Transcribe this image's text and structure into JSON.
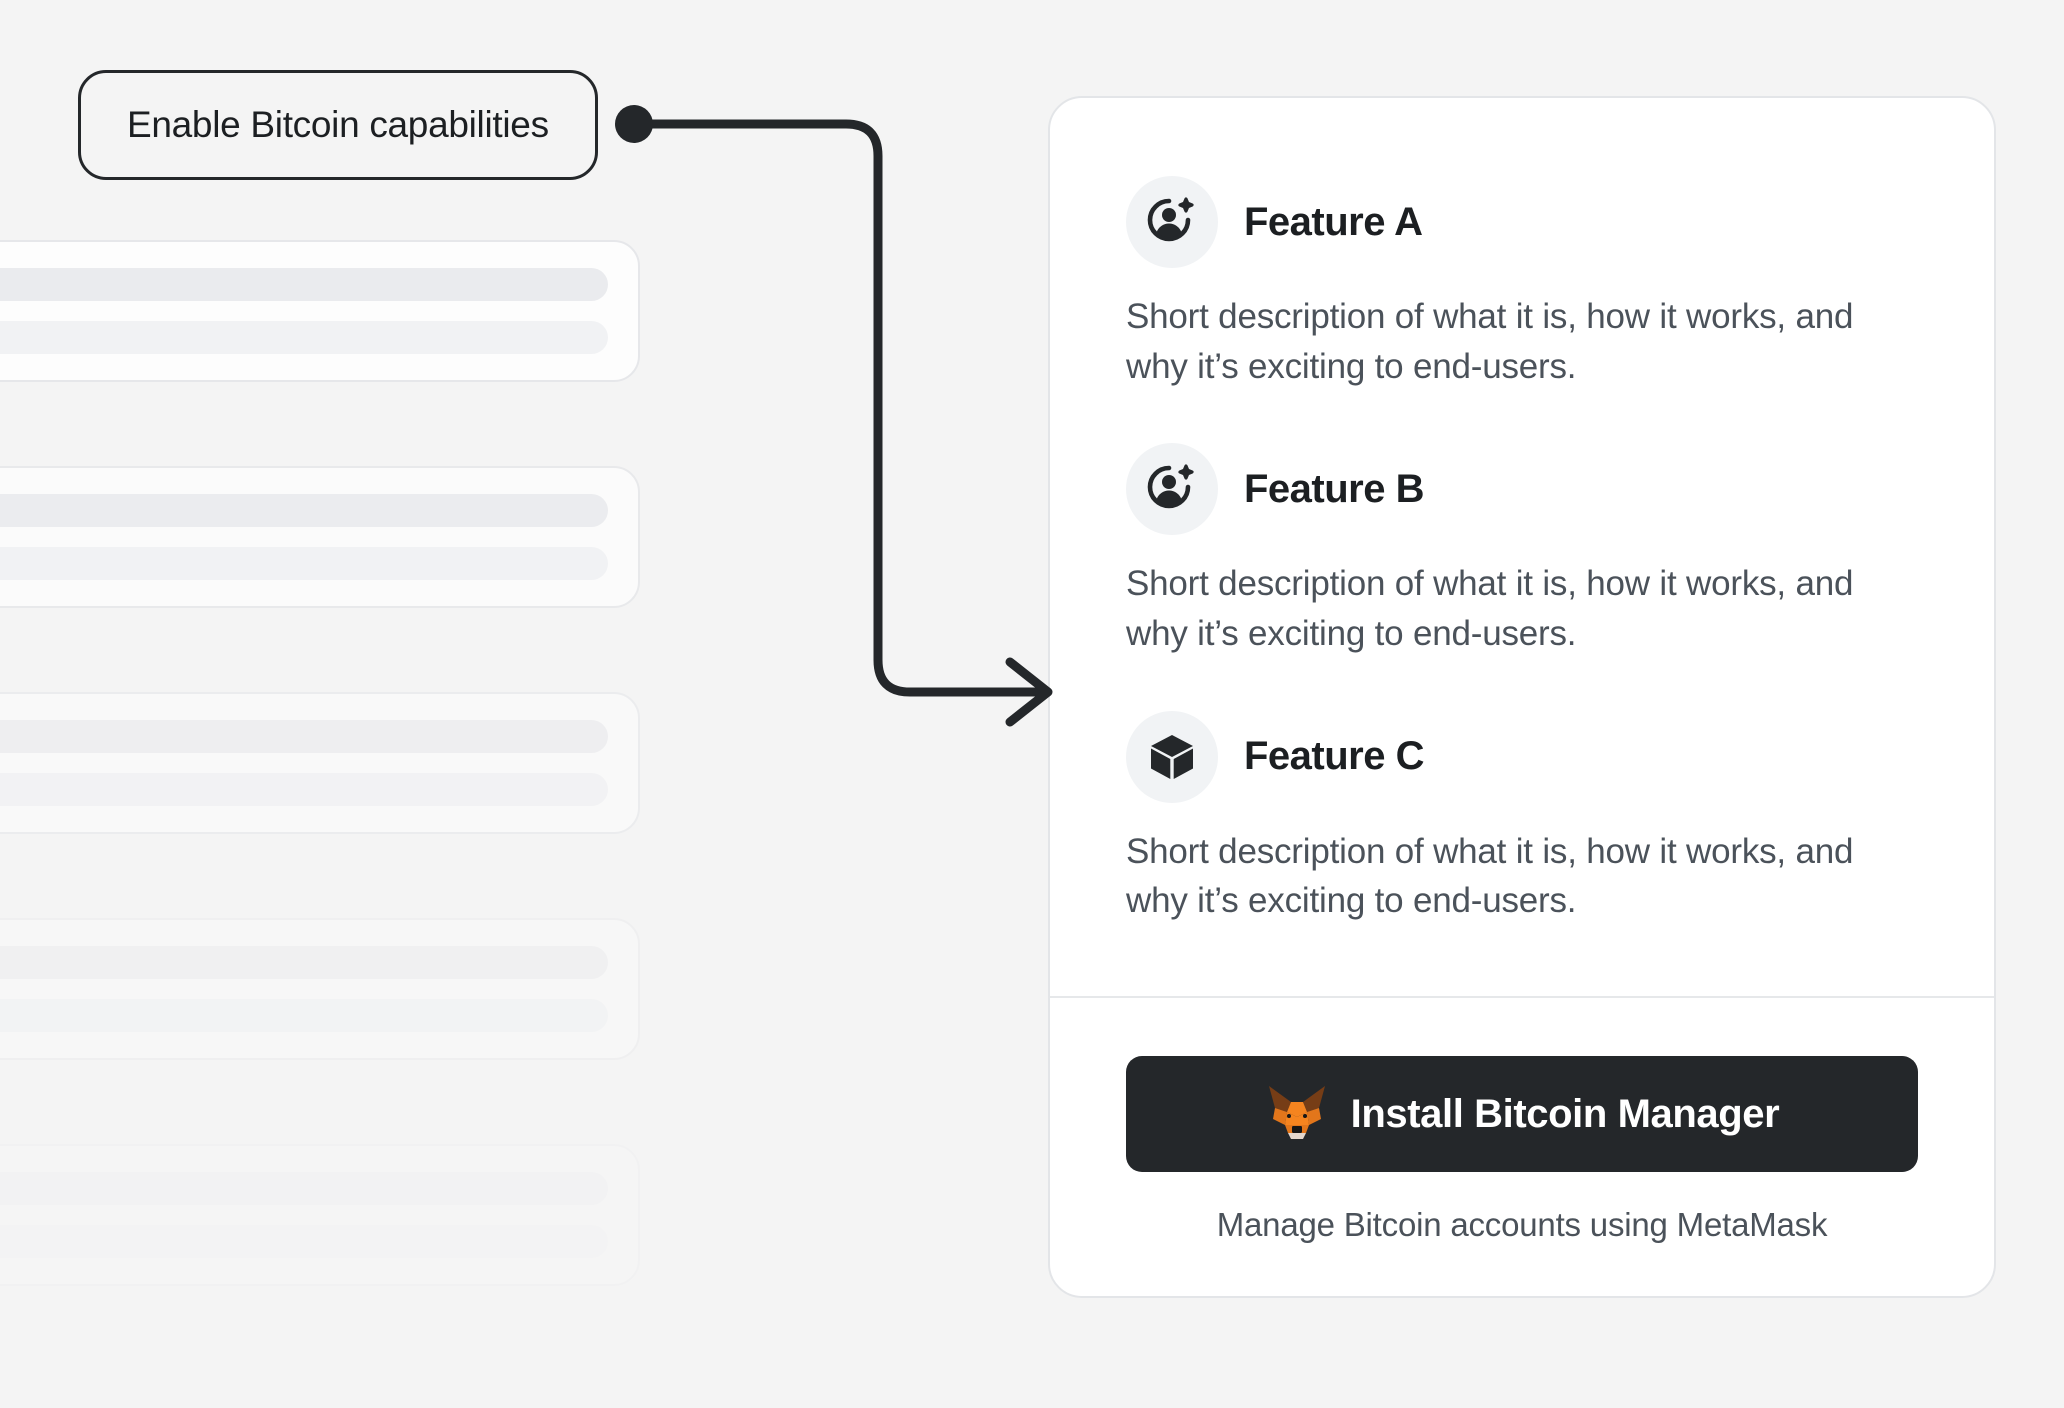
{
  "colors": {
    "page_background": "#f4f4f4",
    "card_background": "#ffffff",
    "card_border": "#e3e5e8",
    "ink": "#1c1f22",
    "muted_text": "#4b525a",
    "button_background": "#24272a",
    "button_text": "#ffffff",
    "icon_circle": "#f1f3f5",
    "connector": "#24272a",
    "skeleton_bar": "#eaebee",
    "fox_orange": "#e2761b",
    "fox_light_orange": "#f5841f",
    "fox_dark_brown": "#763d16",
    "fox_cream": "#e4d7cd"
  },
  "callout": {
    "label": "Enable Bitcoin capabilities",
    "connector_dot": "connector-dot"
  },
  "skeleton": {
    "cards": [
      {
        "bars": 2
      },
      {
        "bars": 2
      },
      {
        "bars": 2
      },
      {
        "bars": 2
      },
      {
        "bars": 2
      }
    ]
  },
  "feature_card": {
    "features": [
      {
        "icon": "user-add-icon",
        "title": "Feature A",
        "description": "Short description of what it is, how it works, and why it’s exciting to end-users."
      },
      {
        "icon": "user-add-icon",
        "title": "Feature B",
        "description": "Short description of what it is, how it works, and why it’s exciting to end-users."
      },
      {
        "icon": "cube-icon",
        "title": "Feature C",
        "description": "Short description of what it is, how it works, and why it’s exciting to end-users."
      }
    ],
    "footer": {
      "button_icon": "metamask-fox-icon",
      "button_label": "Install Bitcoin Manager",
      "caption": "Manage Bitcoin accounts using MetaMask"
    }
  }
}
